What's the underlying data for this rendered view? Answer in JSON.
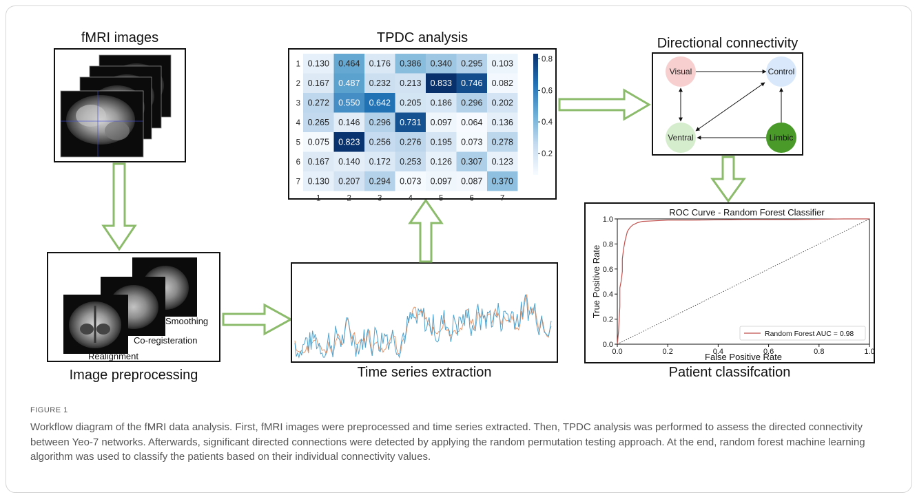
{
  "panels": {
    "fmri_images": "fMRI images",
    "image_preprocessing": "Image preprocessing",
    "preproc_steps": [
      "Smoothing",
      "Co-registeration",
      "Realignment"
    ],
    "time_series": "Time series extraction",
    "tpdc": "TPDC analysis",
    "directional": "Directional connectivity",
    "patient": "Patient classifcation"
  },
  "heatmap": {
    "row_labels": [
      "1",
      "2",
      "3",
      "4",
      "5",
      "6",
      "7"
    ],
    "col_labels": [
      "1",
      "2",
      "3",
      "4",
      "5",
      "6",
      "7"
    ],
    "values": [
      [
        0.13,
        0.464,
        0.176,
        0.386,
        0.34,
        0.295,
        0.103
      ],
      [
        0.167,
        0.487,
        0.232,
        0.213,
        0.833,
        0.746,
        0.082
      ],
      [
        0.272,
        0.55,
        0.642,
        0.205,
        0.186,
        0.296,
        0.202
      ],
      [
        0.265,
        0.146,
        0.296,
        0.731,
        0.097,
        0.064,
        0.136
      ],
      [
        0.075,
        0.823,
        0.256,
        0.276,
        0.195,
        0.073,
        0.278
      ],
      [
        0.167,
        0.14,
        0.172,
        0.253,
        0.126,
        0.307,
        0.123
      ],
      [
        0.13,
        0.207,
        0.294,
        0.073,
        0.097,
        0.087,
        0.37
      ]
    ],
    "cells": [
      [
        "0.130",
        "0.464",
        "0.176",
        "0.386",
        "0.340",
        "0.295",
        "0.103"
      ],
      [
        "0.167",
        "0.487",
        "0.232",
        "0.213",
        "0.833",
        "0.746",
        "0.082"
      ],
      [
        "0.272",
        "0.550",
        "0.642",
        "0.205",
        "0.186",
        "0.296",
        "0.202"
      ],
      [
        "0.265",
        "0.146",
        "0.296",
        "0.731",
        "0.097",
        "0.064",
        "0.136"
      ],
      [
        "0.075",
        "0.823",
        "0.256",
        "0.276",
        "0.195",
        "0.073",
        "0.278"
      ],
      [
        "0.167",
        "0.140",
        "0.172",
        "0.253",
        "0.126",
        "0.307",
        "0.123"
      ],
      [
        "0.130",
        "0.207",
        "0.294",
        "0.073",
        "0.097",
        "0.087",
        "0.370"
      ]
    ],
    "colorbar_ticks": [
      "0.8",
      "0.6",
      "0.4",
      "0.2"
    ],
    "colorbar_values": [
      0.8,
      0.6,
      0.4,
      0.2
    ],
    "range": [
      0.064,
      0.833
    ]
  },
  "network": {
    "nodes": {
      "visual": {
        "label": "Visual",
        "fill": "#f7cfcf",
        "stroke": "#e07f7f"
      },
      "control": {
        "label": "Control",
        "fill": "#d9e9fb",
        "stroke": "#86aee0"
      },
      "ventral": {
        "label": "Ventral",
        "fill": "#d5edcc",
        "stroke": "#8cc47a"
      },
      "limbic": {
        "label": "Limbic",
        "fill": "#4a9a2a",
        "stroke": "#3b7d20"
      }
    }
  },
  "roc": {
    "title": "ROC Curve - Random Forest Classifier",
    "xlabel": "False Positive Rate",
    "ylabel": "True Positive Rate",
    "x_ticks": [
      "0.0",
      "0.2",
      "0.4",
      "0.6",
      "0.8",
      "1.0"
    ],
    "y_ticks": [
      "0.0",
      "0.2",
      "0.4",
      "0.6",
      "0.8",
      "1.0"
    ],
    "legend": "Random Forest AUC = 0.98",
    "curve_color": "#c0504d"
  },
  "chart_data": [
    {
      "type": "heatmap",
      "title": "TPDC analysis",
      "rows": [
        "1",
        "2",
        "3",
        "4",
        "5",
        "6",
        "7"
      ],
      "cols": [
        "1",
        "2",
        "3",
        "4",
        "5",
        "6",
        "7"
      ],
      "values": [
        [
          0.13,
          0.464,
          0.176,
          0.386,
          0.34,
          0.295,
          0.103
        ],
        [
          0.167,
          0.487,
          0.232,
          0.213,
          0.833,
          0.746,
          0.082
        ],
        [
          0.272,
          0.55,
          0.642,
          0.205,
          0.186,
          0.296,
          0.202
        ],
        [
          0.265,
          0.146,
          0.296,
          0.731,
          0.097,
          0.064,
          0.136
        ],
        [
          0.075,
          0.823,
          0.256,
          0.276,
          0.195,
          0.073,
          0.278
        ],
        [
          0.167,
          0.14,
          0.172,
          0.253,
          0.126,
          0.307,
          0.123
        ],
        [
          0.13,
          0.207,
          0.294,
          0.073,
          0.097,
          0.087,
          0.37
        ]
      ],
      "colorbar": [
        0.2,
        0.4,
        0.6,
        0.8
      ]
    },
    {
      "type": "line",
      "title": "ROC Curve - Random Forest Classifier",
      "xlabel": "False Positive Rate",
      "ylabel": "True Positive Rate",
      "xlim": [
        0,
        1
      ],
      "ylim": [
        0,
        1
      ],
      "series": [
        {
          "name": "Random Forest AUC = 0.98",
          "x": [
            0,
            0.005,
            0.01,
            0.01,
            0.015,
            0.02,
            0.02,
            0.025,
            0.03,
            0.035,
            0.04,
            0.05,
            0.06,
            0.08,
            0.1,
            0.15,
            0.2,
            0.3,
            0.5,
            0.7,
            0.9,
            1.0
          ],
          "y": [
            0,
            0.1,
            0.3,
            0.45,
            0.5,
            0.58,
            0.68,
            0.76,
            0.82,
            0.86,
            0.9,
            0.93,
            0.95,
            0.97,
            0.98,
            0.985,
            0.99,
            0.99,
            0.995,
            0.995,
            1.0,
            1.0
          ]
        }
      ]
    }
  ],
  "caption": {
    "label": "FIGURE 1",
    "text": "Workflow diagram of the fMRI data analysis. First, fMRI images were preprocessed and time series extracted. Then, TPDC analysis was performed to assess the directed connectivity between Yeo-7 networks. Afterwards, significant directed connections were detected by applying the random permutation testing approach. At the end, random forest machine learning algorithm was used to classify the patients based on their individual connectivity values."
  }
}
